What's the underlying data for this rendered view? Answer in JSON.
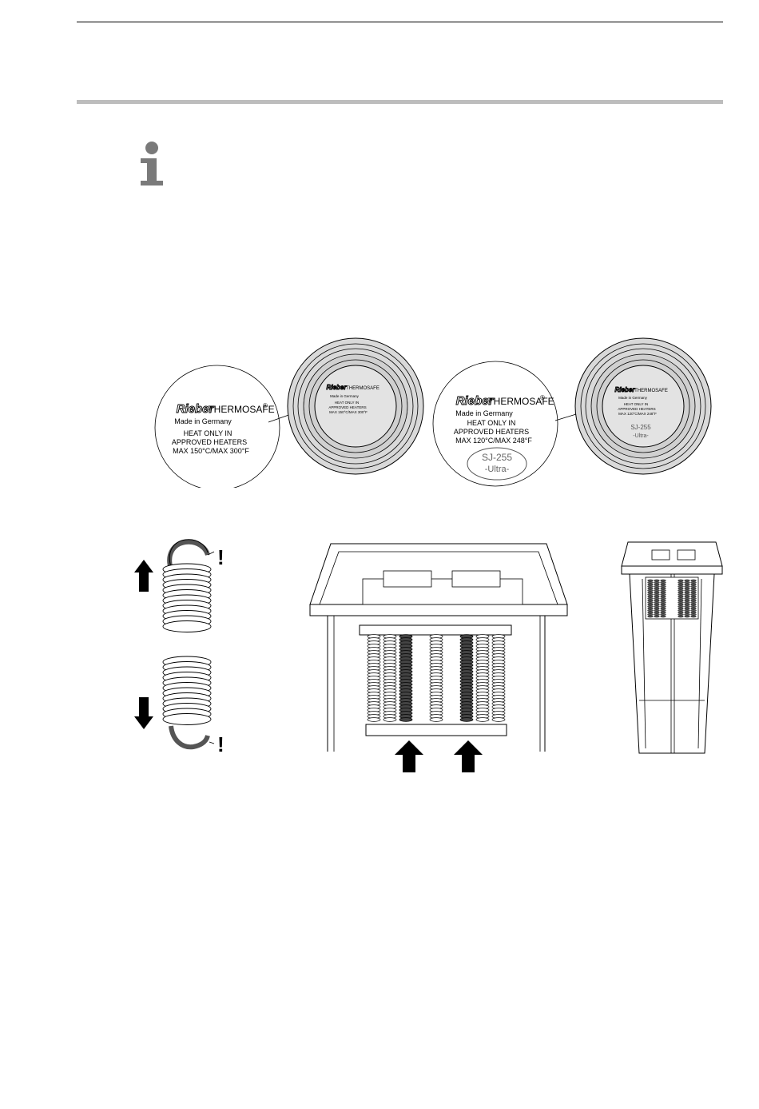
{
  "labels": {
    "label_150": {
      "brand": "Rieber",
      "product": "THERMOSAFE",
      "registered": "®",
      "made_in": "Made in Germany",
      "line1": "HEAT ONLY IN",
      "line2": "APPROVED HEATERS",
      "line3": "MAX 150°C/MAX 300°F"
    },
    "label_120": {
      "brand": "Rieber",
      "product": "THERMOSAFE",
      "registered": "®",
      "made_in": "Made in Germany",
      "line1": "HEAT ONLY IN",
      "line2": "APPROVED HEATERS",
      "line3": "MAX 120°C/MAX 248°F",
      "model": "SJ-255",
      "variant": "-Ultra-"
    },
    "disc_150": {
      "brand": "Rieber",
      "product": "THERMOSAFE",
      "made_in": "Made in Germany",
      "line1": "HEAT ONLY IN",
      "line2": "APPROVED HEATERS",
      "line3": "MAX 150°C/MAX 300°F"
    },
    "disc_120": {
      "brand": "Rieber",
      "product": "THERMOSAFE",
      "made_in": "Made in Germany",
      "line1": "HEAT ONLY IN",
      "line2": "APPROVED HEATERS",
      "line3": "MAX 120°C/MAX 248°F",
      "model": "SJ-255",
      "variant": "-Ultra-"
    }
  },
  "spring_figure": {
    "warning_top": "!",
    "warning_bottom": "!"
  },
  "icons": {
    "info": "info-icon",
    "arrow_up": "arrow-up-icon",
    "arrow_down": "arrow-down-icon"
  },
  "colors": {
    "rule": "#bdbdbd",
    "line": "#000000",
    "disc_fill": "#d9d9d9",
    "spring_dark": "#555555"
  }
}
